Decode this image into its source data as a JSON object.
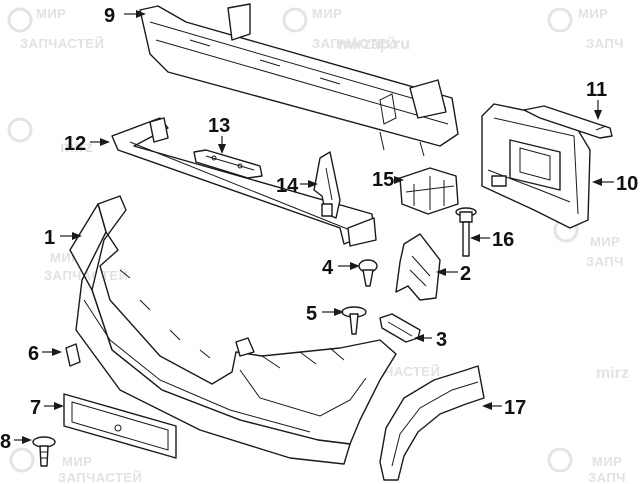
{
  "watermark": {
    "line1": "МИР",
    "line2": "ЗАПЧАСТЕЙ",
    "short2": "ЗАПЧ",
    "site": "mirzap.ru",
    "site_short": "mirz"
  },
  "callouts": {
    "c1": "1",
    "c2": "2",
    "c3": "3",
    "c4": "4",
    "c5": "5",
    "c6": "6",
    "c7": "7",
    "c8": "8",
    "c9": "9",
    "c10": "10",
    "c11": "11",
    "c12": "12",
    "c13": "13",
    "c14": "14",
    "c15": "15",
    "c16": "16",
    "c17": "17"
  }
}
